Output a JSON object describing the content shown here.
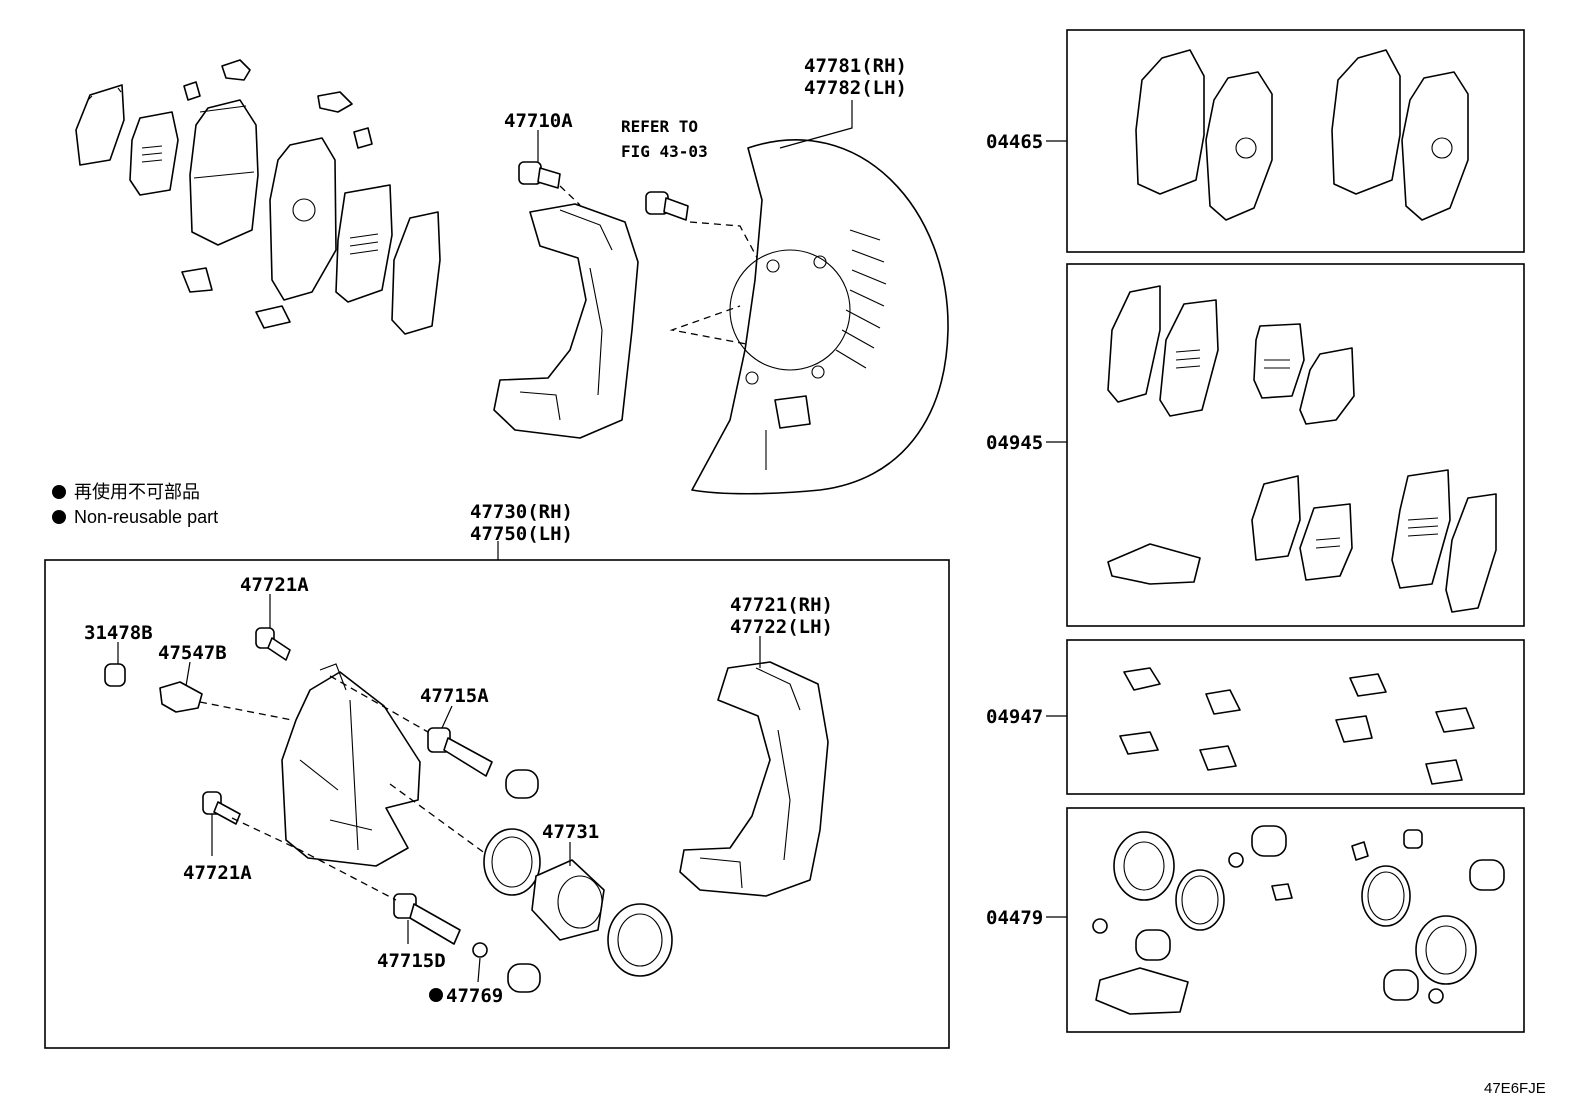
{
  "legend": {
    "item_1": "再使用不可部品",
    "item_2": "Non-reusable part"
  },
  "labels": {
    "p47710A": "47710A",
    "refer_1": "REFER TO",
    "refer_2": "FIG 43-03",
    "p47781": "47781(RH)",
    "p47782": "47782(LH)",
    "p04465": "04465",
    "p04945": "04945",
    "p04947": "04947",
    "p04479": "04479",
    "p47730": "47730(RH)",
    "p47750": "47750(LH)",
    "p47721A_top": "47721A",
    "p31478B": "31478B",
    "p47547B": "47547B",
    "p47715A": "47715A",
    "p47721": "47721(RH)",
    "p47722": "47722(LH)",
    "p47731": "47731",
    "p47721A_bottom": "47721A",
    "p47715D": "47715D",
    "p47769": "47769"
  },
  "footer": {
    "diagram_code": "47E6FJE"
  }
}
